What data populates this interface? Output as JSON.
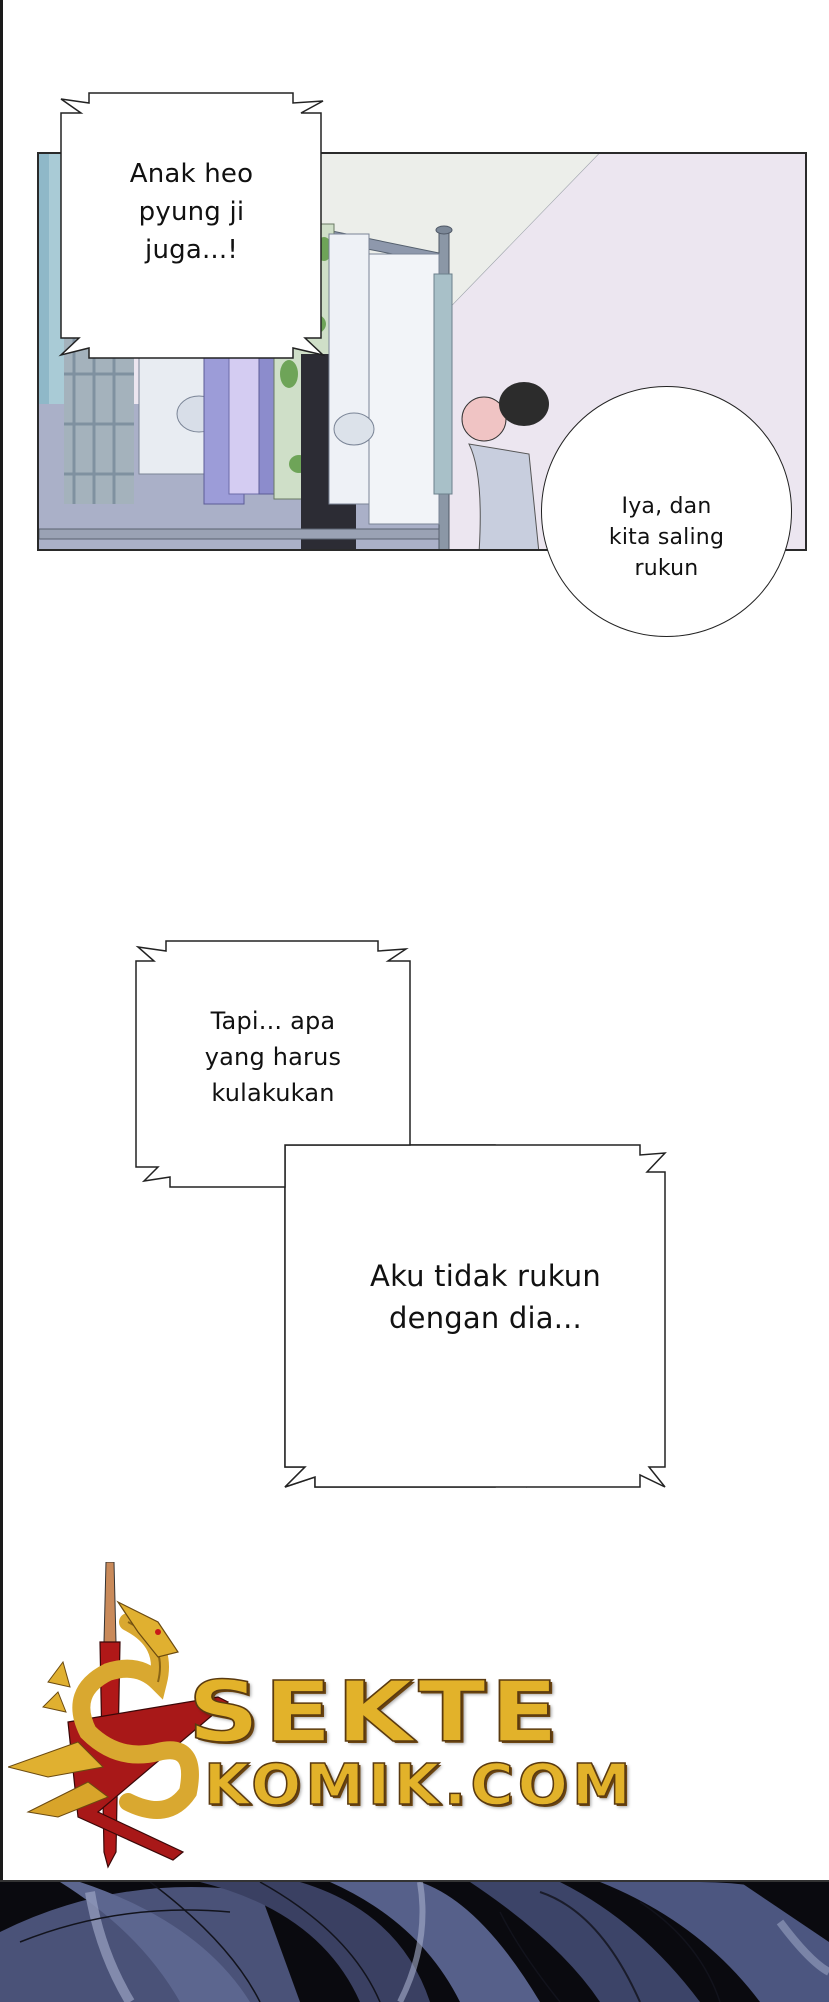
{
  "page": {
    "type": "comic-strip",
    "background": "#ffffff"
  },
  "panel_top": {
    "scene": "clothes-rack-room",
    "colors": {
      "wall": "#ece6f0",
      "ceiling": "#eceeea",
      "floor": "#aab0c8",
      "rack_pole": "#8e98ac",
      "border": "#2a2a2a"
    }
  },
  "captions": [
    {
      "id": "caption-1",
      "lines": [
        "Anak heo",
        "pyung ji",
        "juga...!"
      ]
    },
    {
      "id": "bubble-1",
      "lines": [
        "Iya, dan",
        "kita saling",
        "rukun"
      ]
    },
    {
      "id": "caption-2",
      "lines": [
        "Tapi... apa",
        "yang harus",
        "kulakukan"
      ]
    },
    {
      "id": "caption-3",
      "lines": [
        "Aku tidak rukun",
        "dengan dia..."
      ]
    }
  ],
  "watermark": {
    "line1": "SEKTE",
    "line2": "KOMIK.COM",
    "colors": {
      "gold": "#e2b22a",
      "orange": "#c8661a",
      "blade_red": "#b01818"
    }
  },
  "panel_bottom": {
    "scene": "dark-hair-closeup",
    "colors": {
      "hair_dark": "#3a3f5e",
      "hair_mid": "#56608a",
      "hair_light": "#9aa3c2",
      "bg": "#0a0a0f"
    }
  }
}
